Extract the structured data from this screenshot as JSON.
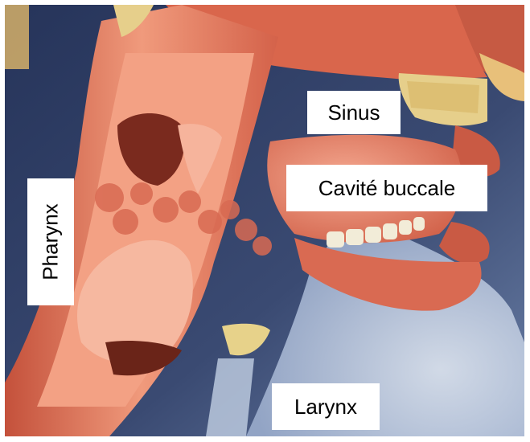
{
  "labels": {
    "sinus": "Sinus",
    "cavite_buccale": "Cavité buccale",
    "pharynx": "Pharynx",
    "larynx": "Larynx"
  },
  "colors": {
    "background": "#2f3f63",
    "tissue": "#e8735a",
    "tissue_light": "#f4a58c",
    "tissue_dark": "#b84a36",
    "bone": "#e9d28a",
    "skin": "#c7d4e6",
    "label_bg": "#ffffff"
  }
}
